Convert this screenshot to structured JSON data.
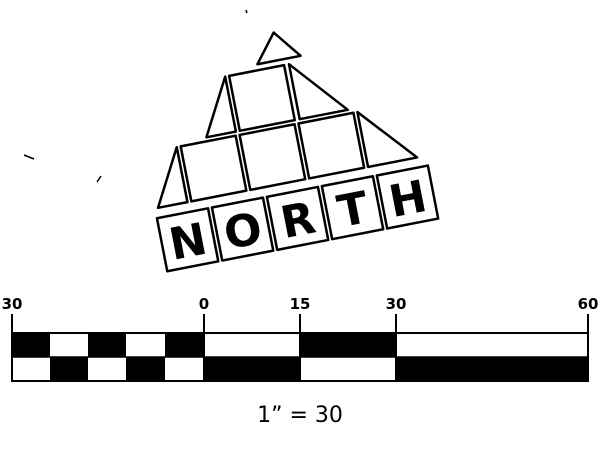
{
  "north_arrow": {
    "letters": [
      "N",
      "O",
      "R",
      "T",
      "H"
    ]
  },
  "scale_bar": {
    "labels": [
      "30",
      "0",
      "15",
      "30",
      "60"
    ],
    "ratio": "1” = 30"
  }
}
